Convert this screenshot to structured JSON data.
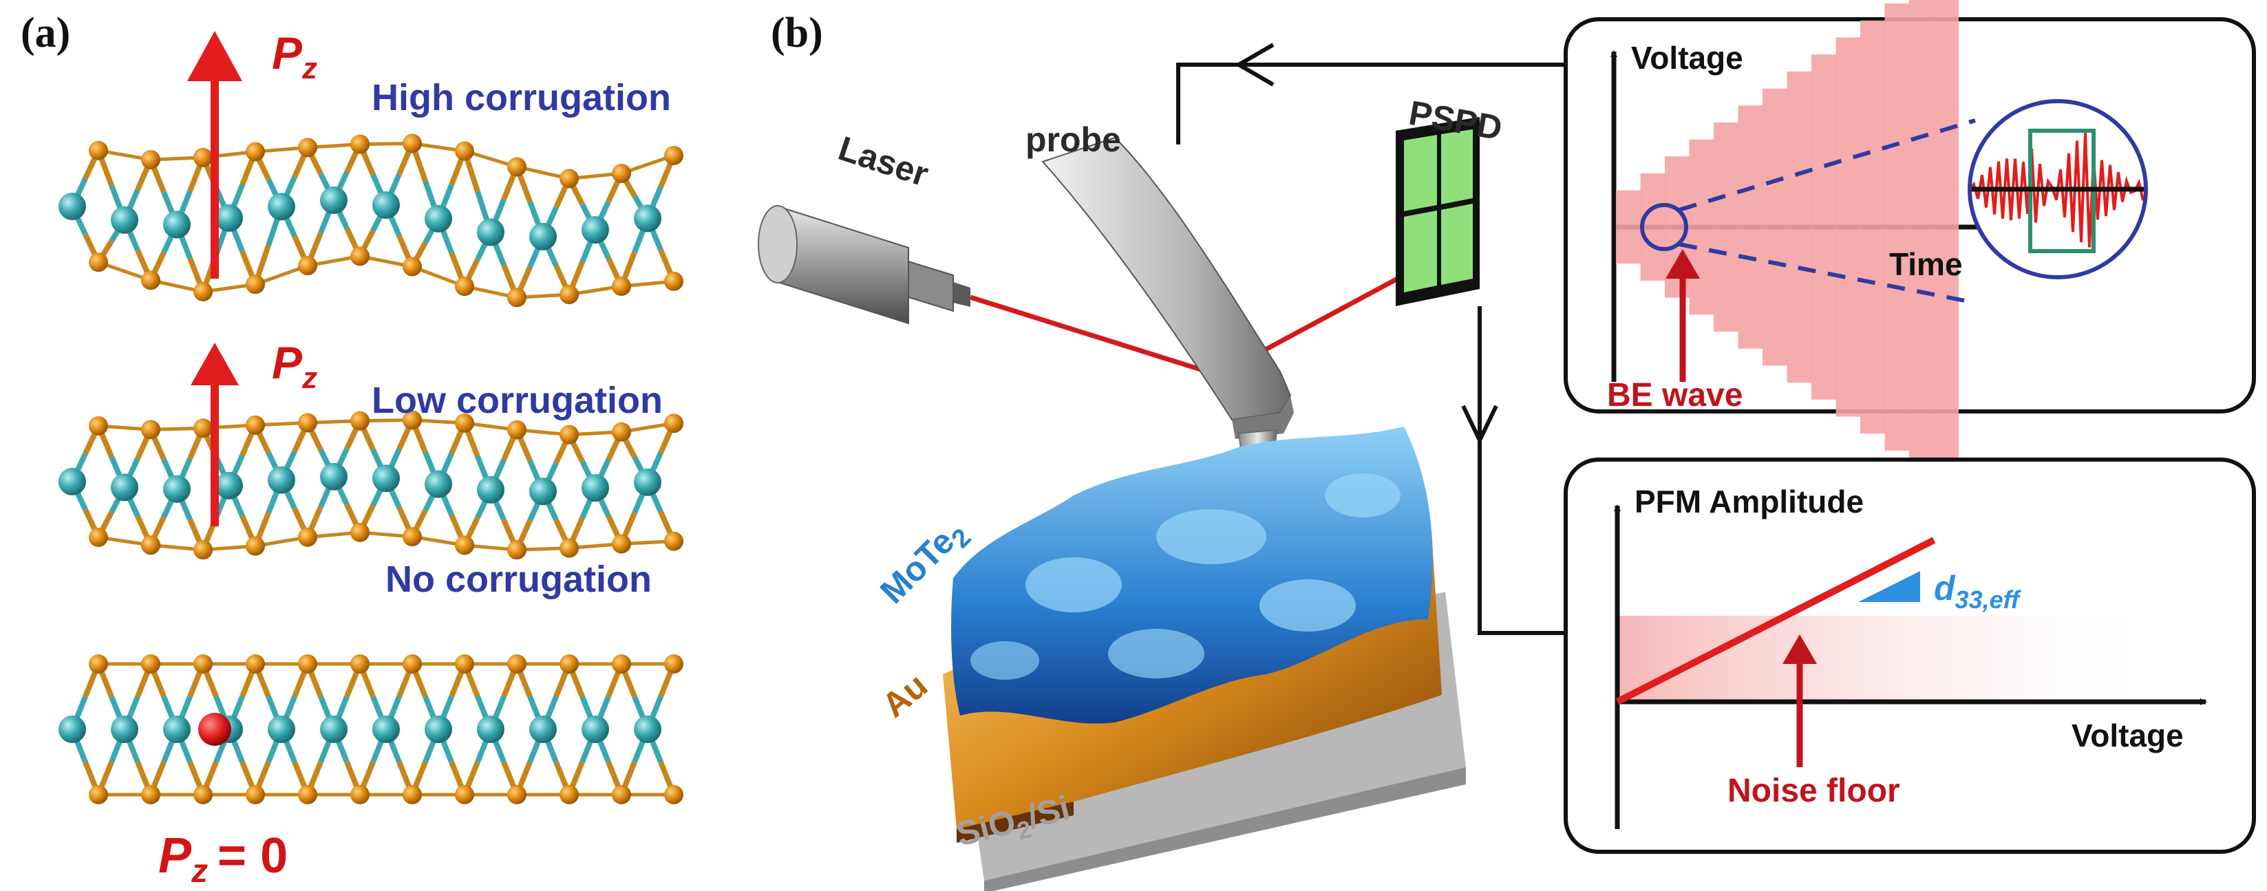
{
  "panel_a": {
    "label": "(a)",
    "polarization_symbol": "P",
    "polarization_subscript": "z",
    "rows": [
      {
        "caption": "High corrugation"
      },
      {
        "caption": "Low corrugation"
      },
      {
        "caption": "No corrugation"
      }
    ],
    "zero_suffix": "= 0"
  },
  "panel_b": {
    "label": "(b)",
    "laser_label": "Laser",
    "probe_label": "probe",
    "pspd_label": "PSPD",
    "layer_mote2": "MoTe",
    "layer_mote2_sub": "2",
    "layer_au": "Au",
    "layer_sio2_a": "SiO",
    "layer_sio2_sub": "2",
    "layer_sio2_b": "/Si",
    "top_plot": {
      "y_label": "Voltage",
      "x_label": "Time",
      "annotation": "BE wave"
    },
    "bottom_plot": {
      "y_label": "PFM Amplitude",
      "x_label": "Voltage",
      "slope_label": "d",
      "slope_sub": "33,eff",
      "annotation": "Noise floor"
    }
  },
  "colors": {
    "atom_mo": "#3aa8b0",
    "atom_te": "#e08a12",
    "arrow": "#e11d1d",
    "caption_blue": "#2f3aa3",
    "be_wave": "#f4a3a3",
    "slope_blue": "#2e8fe0",
    "annotation_red": "#c0141c"
  }
}
